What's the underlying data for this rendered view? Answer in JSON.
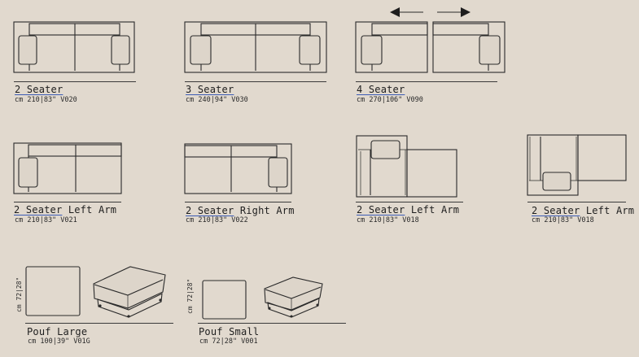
{
  "products": [
    {
      "key": "2-seater",
      "title_main": "2 Seater",
      "title_rest": "",
      "dims": "cm 210|83\" V020"
    },
    {
      "key": "3-seater",
      "title_main": "3 Seater",
      "title_rest": "",
      "dims": "cm 240|94\" V030"
    },
    {
      "key": "4-seater",
      "title_main": "4 Seater",
      "title_rest": "",
      "dims": "cm 270|106\" V090"
    },
    {
      "key": "2-seater-left-arm",
      "title_main": "2 Seater",
      "title_rest": " Left Arm",
      "dims": "cm 210|83\" V021"
    },
    {
      "key": "2-seater-right-arm",
      "title_main": "2 Seater",
      "title_rest": " Right Arm",
      "dims": "cm 210|83\" V022"
    },
    {
      "key": "2-seater-left-arm-chaise",
      "title_main": "2 Seater",
      "title_rest": " Left Arm",
      "dims": "cm 210|83\" V018"
    },
    {
      "key": "2-seater-left-arm-chaise-alt",
      "title_main": "2 Seater",
      "title_rest": " Left Arm",
      "dims": "cm 210|83\" V018"
    },
    {
      "key": "pouf-large",
      "title_main": "Pouf Large",
      "title_rest": "",
      "dims": "cm 100|39\" V01G",
      "vdim": "cm 72|28\""
    },
    {
      "key": "pouf-small",
      "title_main": "Pouf Small",
      "title_rest": "",
      "dims": "cm 72|28\" V001",
      "vdim": "cm 72|28\""
    }
  ],
  "icons": {
    "left_arrow": "arrow-left-icon",
    "right_arrow": "arrow-right-icon"
  },
  "colors": {
    "background": "#e1d9ce",
    "line": "#2a2a2a",
    "underline": "#3b5bb5"
  }
}
